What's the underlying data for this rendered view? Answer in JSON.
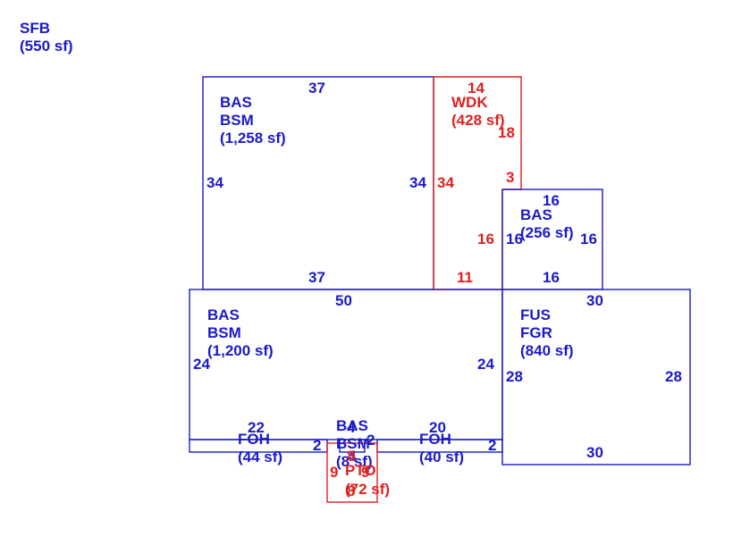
{
  "colors": {
    "main": "#1a1acc",
    "deck": "#e02020",
    "background": "#ffffff"
  },
  "summary": {
    "code": "SFB",
    "area": "(550 sf)"
  },
  "areas": {
    "upper_main": {
      "l1": "BAS",
      "l2": "BSM",
      "area": "(1,258 sf)"
    },
    "wood_deck": {
      "l1": "WDK",
      "area": "(428 sf)"
    },
    "small_addition": {
      "l1": "BAS",
      "area": "(256 sf)"
    },
    "lower_main": {
      "l1": "BAS",
      "l2": "BSM",
      "area": "(1,200 sf)"
    },
    "garage": {
      "l1": "FUS",
      "l2": "FGR",
      "area": "(840 sf)"
    },
    "foh_left": {
      "l1": "FOH",
      "area": "(44 sf)"
    },
    "foh_right": {
      "l1": "FOH",
      "area": "(40 sf)"
    },
    "tiny_bas": {
      "l1": "BAS",
      "l2": "BSM",
      "area": "(8 sf)"
    },
    "patio": {
      "l1": "PTO",
      "area": "(72 sf)"
    }
  },
  "dimensions": {
    "upper_top": "37",
    "upper_bottom": "37",
    "upper_left": "34",
    "upper_right": "34",
    "deck_top": "14",
    "deck_right_upper": "18",
    "deck_right_step": "3",
    "deck_left": "34",
    "deck_inner": "16",
    "deck_bottom": "11",
    "add_top": "16",
    "add_left": "16",
    "add_right": "16",
    "add_bottom": "16",
    "lower_top": "50",
    "lower_left": "24",
    "lower_right": "24",
    "foh_left_top": "22",
    "foh_left_side": "2",
    "foh_right_top": "20",
    "foh_right_side": "2",
    "tiny_top": "4",
    "tiny_side": "2",
    "tiny_bottom": "4",
    "patio_left": "9",
    "patio_top": "8",
    "patio_right": "9",
    "patio_bottom": "8",
    "garage_top": "30",
    "garage_left": "28",
    "garage_right": "28",
    "garage_bottom": "30"
  }
}
